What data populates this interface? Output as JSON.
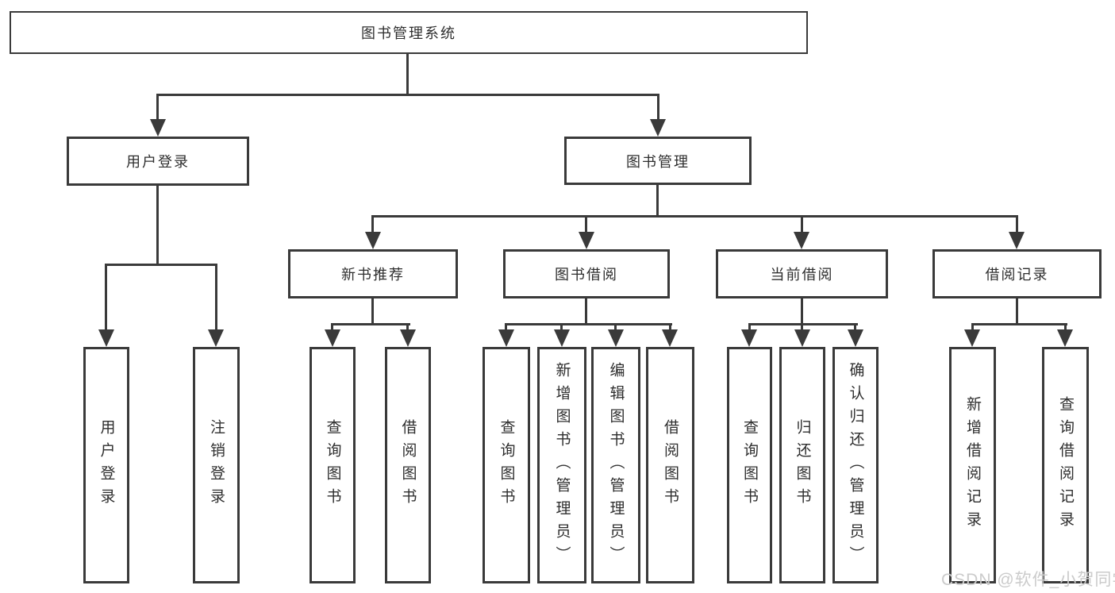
{
  "diagram": {
    "root": "图书管理系统",
    "branches": [
      {
        "label": "用户登录",
        "children": [
          "用户登录",
          "注销登录"
        ]
      },
      {
        "label": "图书管理",
        "children": [
          {
            "label": "新书推荐",
            "children": [
              "查询图书",
              "借阅图书"
            ]
          },
          {
            "label": "图书借阅",
            "children": [
              "查询图书",
              "新增图书（管理员）",
              "编辑图书（管理员）",
              "借阅图书"
            ]
          },
          {
            "label": "当前借阅",
            "children": [
              "查询图书",
              "归还图书",
              "确认归还（管理员）"
            ]
          },
          {
            "label": "借阅记录",
            "children": [
              "新增借阅记录",
              "查询借阅记录"
            ]
          }
        ]
      }
    ]
  },
  "watermark": {
    "text": "CSDN @软件_小贺同学"
  },
  "colors": {
    "line": "#3a3a3a",
    "box_border": "#3a3a3a",
    "text": "#2e2e2e",
    "watermark": "#cbcbcb",
    "background": "#ffffff"
  }
}
